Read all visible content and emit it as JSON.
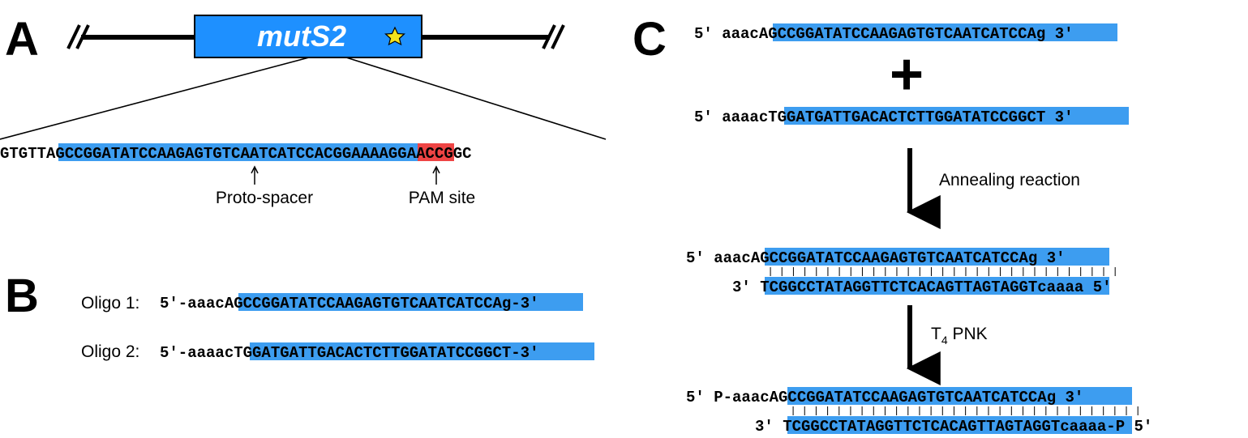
{
  "panels": {
    "a": "A",
    "b": "B",
    "c": "C"
  },
  "colors": {
    "highlight_blue": "#3d9df0",
    "pam_red": "#ee4444",
    "gene_box": "#1e90ff",
    "star": "#f4e21c"
  },
  "panel_a": {
    "gene_name": "mutS2",
    "seq_pre": "GTGTT",
    "seq_spacer": "AGCCGGATATCCAAGAGTGTCAATCATCCA",
    "seq_pam": "CGG",
    "seq_post": "AAAAGGAACCGGC",
    "label_protospacer": "Proto-spacer",
    "label_pam": "PAM site"
  },
  "panel_b": {
    "oligo1_label": "Oligo 1:",
    "oligo1_pre": "5'-aaac",
    "oligo1_hl": "AGCCGGATATCCAAGAGTGTCAATCATCCA",
    "oligo1_post": "g-3'",
    "oligo2_label": "Oligo 2:",
    "oligo2_pre": "5'-aaaac",
    "oligo2_hl": "TGGATGATTGACACTCTTGGATATCCGGCT",
    "oligo2_post": "-3'"
  },
  "panel_c": {
    "top1_pre": "5' aaac",
    "top1_hl": "AGCCGGATATCCAAGAGTGTCAATCATCCA",
    "top1_post": "g 3'",
    "plus": "+",
    "top2_pre": "5' aaaac",
    "top2_hl": "TGGATGATTGACACTCTTGGATATCCGGCT",
    "top2_post": " 3'",
    "step1_label": "Annealing reaction",
    "ann_top_pre": "5' aaac",
    "ann_top_hl": "AGCCGGATATCCAAGAGTGTCAATCATCCA",
    "ann_top_post": "g 3'",
    "ann_bot_pre": "3' ",
    "ann_bot_hl": "TCGGCCTATAGGTTCTCACAGTTAGTAGGT",
    "ann_bot_post": "caaaa 5'",
    "step2_label_main": "T",
    "step2_label_sub": "4",
    "step2_label_rest": " PNK",
    "ph_top_pre": "5' P-aaac",
    "ph_top_hl": "AGCCGGATATCCAAGAGTGTCAATCATCCA",
    "ph_top_post": "g 3'",
    "ph_bot_pre": "3' ",
    "ph_bot_hl": "TCGGCCTATAGGTTCTCACAGTTAGTAGGT",
    "ph_bot_post": "caaaa-P 5'"
  }
}
